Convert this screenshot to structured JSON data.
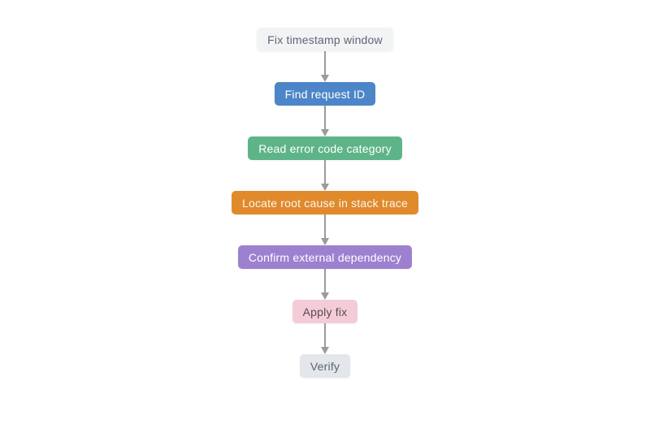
{
  "diagram": {
    "type": "flowchart",
    "direction": "top-down",
    "connector_color": "#9b9b9b",
    "nodes": [
      {
        "label": "Fix timestamp window",
        "bg": "#f2f3f5",
        "fg": "#5d6773"
      },
      {
        "label": "Find request ID",
        "bg": "#4c86c8",
        "fg": "#ffffff"
      },
      {
        "label": "Read error code category",
        "bg": "#5eb489",
        "fg": "#ffffff"
      },
      {
        "label": "Locate root cause in stack trace",
        "bg": "#e08a2c",
        "fg": "#fdf6ec"
      },
      {
        "label": "Confirm external dependency",
        "bg": "#9d81d0",
        "fg": "#ffffff"
      },
      {
        "label": "Apply fix",
        "bg": "#f4ccd7",
        "fg": "#5a4a53"
      },
      {
        "label": "Verify",
        "bg": "#e3e6ea",
        "fg": "#5b6470"
      }
    ],
    "edges": [
      {
        "from": 0,
        "to": 1
      },
      {
        "from": 1,
        "to": 2
      },
      {
        "from": 2,
        "to": 3
      },
      {
        "from": 3,
        "to": 4
      },
      {
        "from": 4,
        "to": 5
      },
      {
        "from": 5,
        "to": 6
      }
    ]
  }
}
